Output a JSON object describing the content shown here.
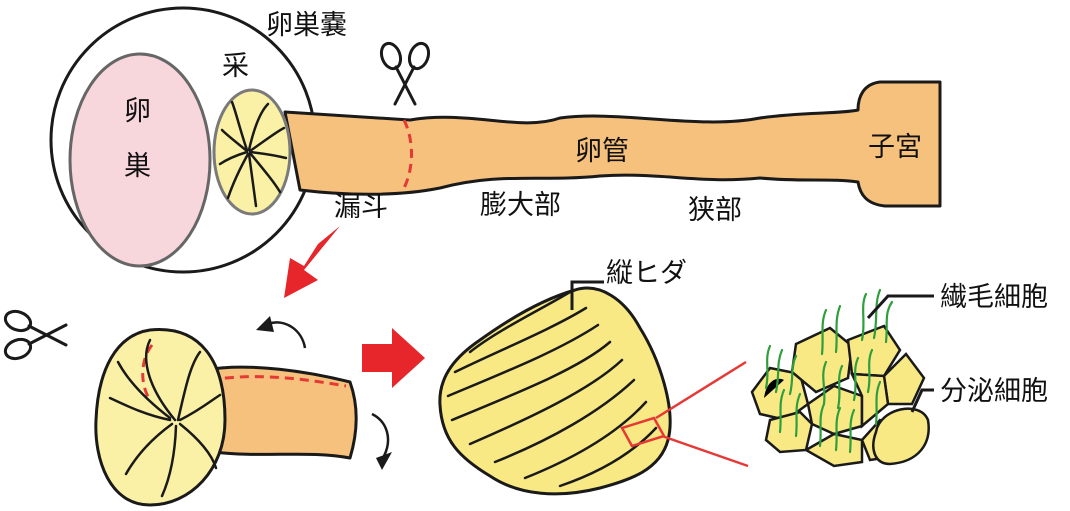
{
  "colors": {
    "ovary_fill": "#f7d6dc",
    "fimbria_fill": "#faf1a6",
    "tube_fill": "#f6c07d",
    "cell_fill": "#f8e985",
    "cilia": "#2f9e3d",
    "cut_line": "#e53935",
    "arrow": "#e6262b"
  },
  "icons": {
    "scissors_top": "scissors-icon",
    "scissors_left": "scissors-icon"
  },
  "labels": {
    "ovarian_bursa": "卵巣嚢",
    "fimbria": "采",
    "ovary_line1": "卵",
    "ovary_line2": "巣",
    "oviduct": "卵管",
    "uterus": "子宮",
    "infundibulum": "漏斗",
    "ampulla": "膨大部",
    "isthmus": "狭部",
    "longitudinal_folds": "縦ヒダ",
    "ciliated_cell": "繊毛細胞",
    "secretory_cell": "分泌細胞"
  }
}
